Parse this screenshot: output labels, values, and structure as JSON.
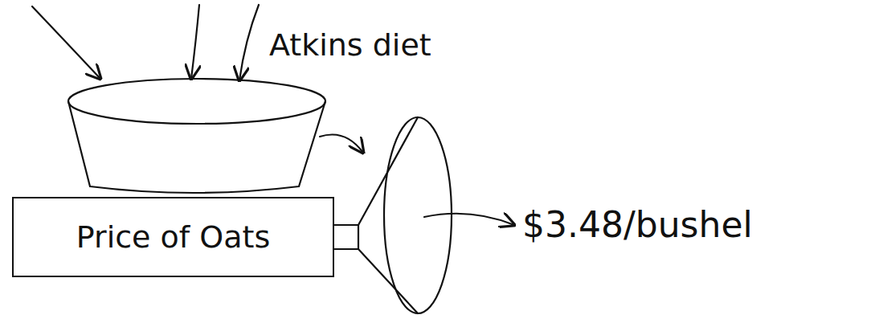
{
  "diagram": {
    "nodes": [
      {
        "text": [
          "Price of Oats"
        ]
      }
    ],
    "labels": [
      "Atkins diet",
      "$3.48/bushel"
    ]
  }
}
